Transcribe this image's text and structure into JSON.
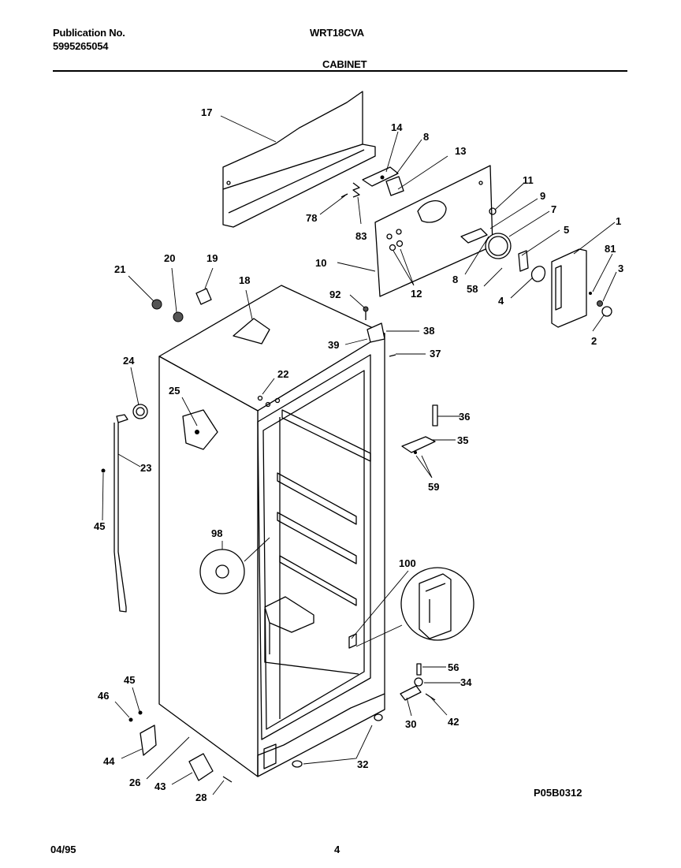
{
  "header": {
    "publication_label": "Publication No.",
    "publication_number": "5995265054",
    "model": "WRT18CVA",
    "section": "CABINET"
  },
  "footer": {
    "date": "04/95",
    "page": "4",
    "diagram_code": "P05B0312"
  },
  "callouts": [
    "17",
    "14",
    "8",
    "13",
    "11",
    "9",
    "7",
    "1",
    "5",
    "81",
    "3",
    "78",
    "83",
    "10",
    "12",
    "8",
    "58",
    "4",
    "2",
    "21",
    "20",
    "19",
    "18",
    "92",
    "38",
    "39",
    "37",
    "24",
    "22",
    "25",
    "23",
    "36",
    "35",
    "59",
    "45",
    "98",
    "100",
    "56",
    "34",
    "45",
    "46",
    "30",
    "42",
    "44",
    "26",
    "43",
    "28",
    "32"
  ]
}
